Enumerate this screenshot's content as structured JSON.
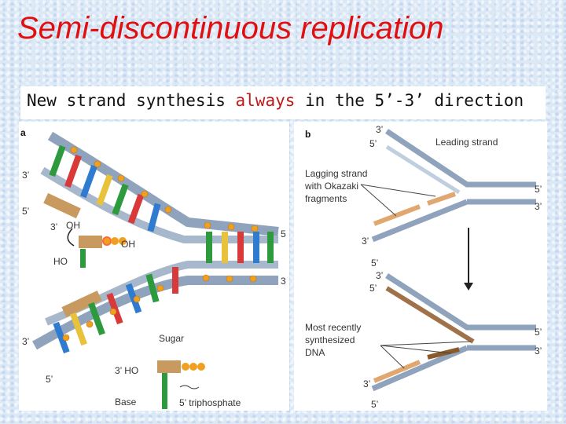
{
  "title": "Semi-discontinuous replication",
  "subtitle": {
    "before": "New strand synthesis ",
    "highlight": "always",
    "after": " in the 5’-3’ direction"
  },
  "colors": {
    "title": "#e01010",
    "highlight": "#c01818",
    "backbone": "#8fa3bd",
    "phosphate": "#f0a020",
    "new_strand": "#b07030",
    "arrow": "#7a4a18"
  },
  "panel_a": {
    "label": "a",
    "prime_3": "3’",
    "prime_5": "5’",
    "right_5": "5",
    "right_3": "3",
    "oh": "OH",
    "oh2": "OH",
    "ho": "HO",
    "sugar": "Sugar",
    "ho3": "3’ HO",
    "base": "Base",
    "triphosphate": "5’ triphosphate"
  },
  "panel_b": {
    "label": "b",
    "leading_strand": "Leading strand",
    "lagging_line1": "Lagging strand",
    "lagging_line2": "with Okazaki",
    "lagging_line3": "fragments",
    "recent_line1": "Most recently",
    "recent_line2": "synthesized",
    "recent_line3": "DNA",
    "p3": "3’",
    "p5": "5’"
  }
}
